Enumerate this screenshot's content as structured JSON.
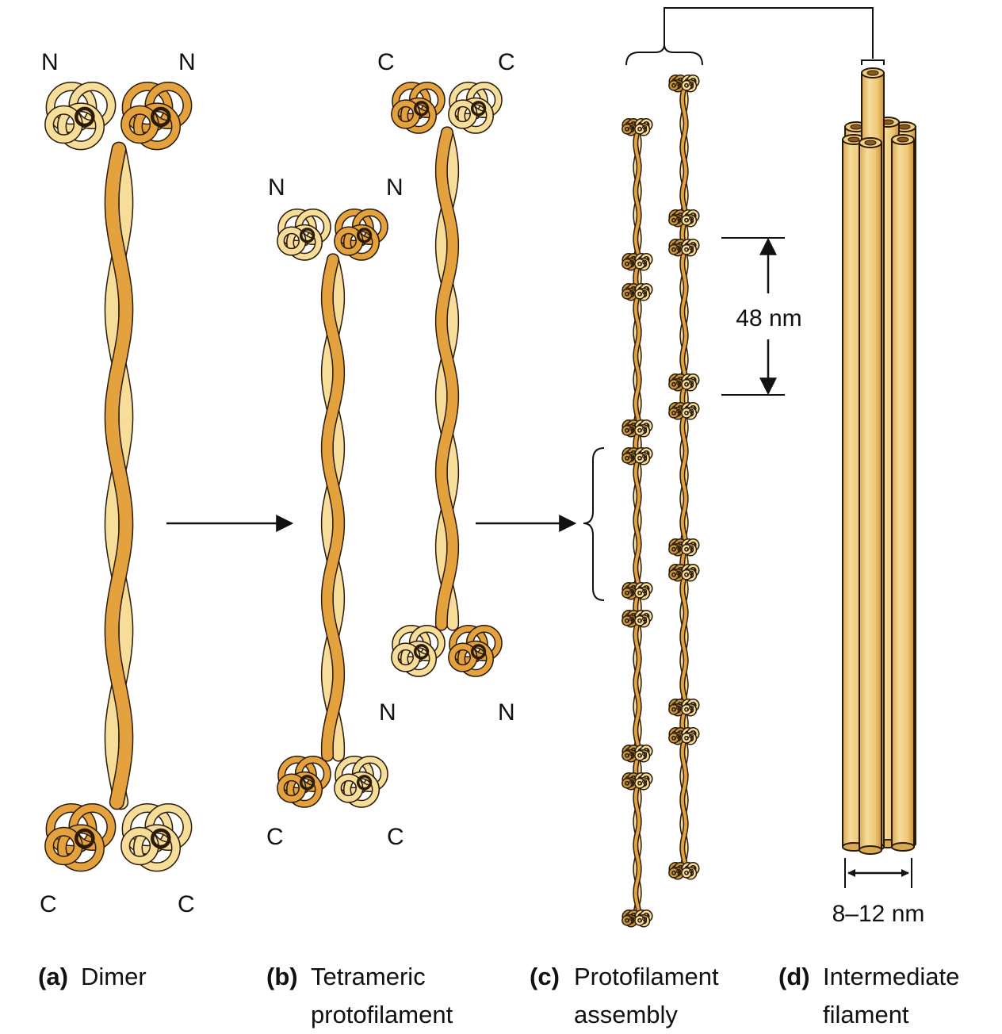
{
  "colors": {
    "strand_dark": "#e3a23d",
    "strand_light": "#f6dd9a",
    "outline": "#2a1a06",
    "rod_fill": "#f2cf84",
    "rod_shade": "#d9a953",
    "proto_fill": "#c7953f"
  },
  "panels": {
    "a": {
      "letter": "(a)",
      "title": "Dimer",
      "top_left": "N",
      "top_right": "N",
      "bottom_left": "C",
      "bottom_right": "C"
    },
    "b": {
      "letter": "(b)",
      "title_line1": "Tetrameric",
      "title_line2": "protofilament",
      "lower_top_left": "N",
      "lower_top_right": "N",
      "lower_bottom_left": "C",
      "lower_bottom_right": "C",
      "upper_top_left": "C",
      "upper_top_right": "C",
      "upper_bottom_left": "N",
      "upper_bottom_right": "N"
    },
    "c": {
      "letter": "(c)",
      "title_line1": "Protofilament",
      "title_line2": "assembly",
      "spacing_label": "48 nm"
    },
    "d": {
      "letter": "(d)",
      "title_line1": "Intermediate",
      "title_line2": "filament",
      "width_label": "8–12 nm"
    }
  }
}
